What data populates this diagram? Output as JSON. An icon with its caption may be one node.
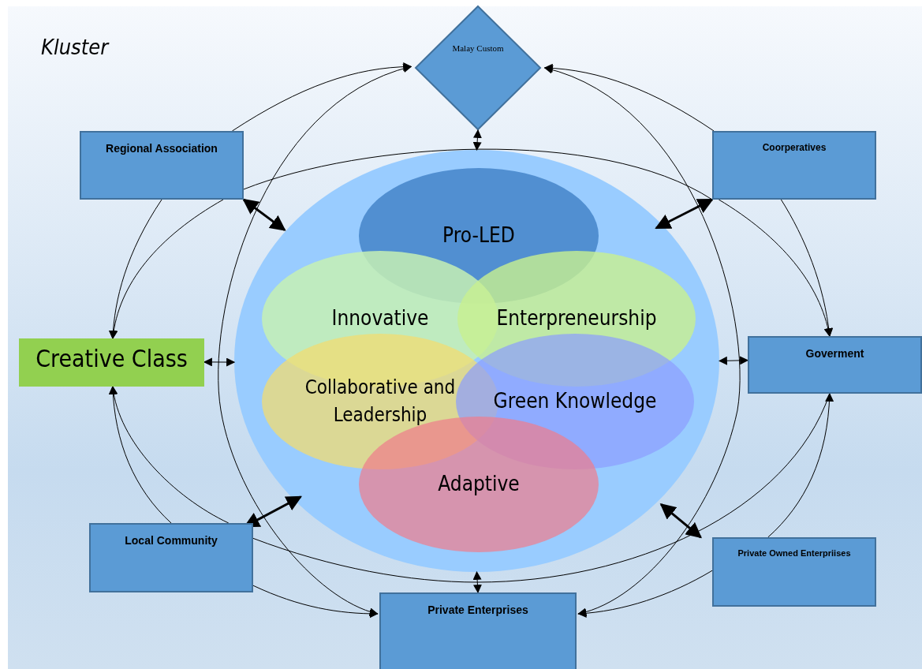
{
  "diagram": {
    "title": "Kluster",
    "nodes": [
      {
        "text": [
          "Malay Custom"
        ]
      },
      {
        "text": [
          "Regional Association"
        ]
      },
      {
        "text": [
          "Coorperatives"
        ]
      },
      {
        "text": [],
        "shape": "circle"
      },
      {
        "text": [
          "Pro-LED"
        ],
        "in": 3
      },
      {
        "text": [
          "Innovative"
        ],
        "in": 3
      },
      {
        "text": [
          "Enterpreneurship"
        ],
        "in": 3
      },
      {
        "text": [
          "Creative Class"
        ]
      },
      {
        "text": [
          "Collaborative and Leadership"
        ],
        "in": 3
      },
      {
        "text": [
          "Green Knowledge"
        ],
        "in": 3
      },
      {
        "text": [
          "Goverment"
        ]
      },
      {
        "text": [
          "Adaptive"
        ],
        "in": 3
      },
      {
        "text": [
          "Local Community"
        ]
      },
      {
        "text": [
          "Private Owned Enterpriises"
        ]
      },
      {
        "text": [
          "Private Enterprises"
        ]
      }
    ],
    "edges": [
      {
        "from": 1,
        "to": 0,
        "arrow": "to"
      },
      {
        "from": 2,
        "to": 0,
        "arrow": "to"
      },
      {
        "from": 14,
        "to": 0,
        "arrow": "both"
      },
      {
        "from": 14,
        "to": 0,
        "arrow": "both"
      },
      {
        "from": 0,
        "to": 3,
        "arrow": "both"
      },
      {
        "from": 1,
        "to": 2,
        "arrow": "none"
      },
      {
        "from": 1,
        "to": 7,
        "arrow": "to"
      },
      {
        "from": 1,
        "to": 7,
        "arrow": "to"
      },
      {
        "from": 2,
        "to": 10,
        "arrow": "to"
      },
      {
        "from": 2,
        "to": 10,
        "arrow": "to"
      },
      {
        "from": 1,
        "to": 3,
        "arrow": "both",
        "style": "thick"
      },
      {
        "from": 2,
        "to": 3,
        "arrow": "both",
        "style": "thick"
      },
      {
        "from": 7,
        "to": 3,
        "arrow": "both"
      },
      {
        "from": 10,
        "to": 3,
        "arrow": "both"
      },
      {
        "from": 12,
        "to": 3,
        "arrow": "both",
        "style": "thick"
      },
      {
        "from": 13,
        "to": 3,
        "arrow": "both",
        "style": "thick"
      },
      {
        "from": 12,
        "to": 7,
        "arrow": "to"
      },
      {
        "from": 12,
        "to": 7,
        "arrow": "to"
      },
      {
        "from": 13,
        "to": 10,
        "arrow": "to"
      },
      {
        "from": 12,
        "to": 10,
        "arrow": "none"
      },
      {
        "from": 12,
        "to": 14,
        "arrow": "to"
      },
      {
        "from": 13,
        "to": 14,
        "arrow": "to"
      },
      {
        "from": 14,
        "to": 3,
        "arrow": "both"
      }
    ]
  }
}
